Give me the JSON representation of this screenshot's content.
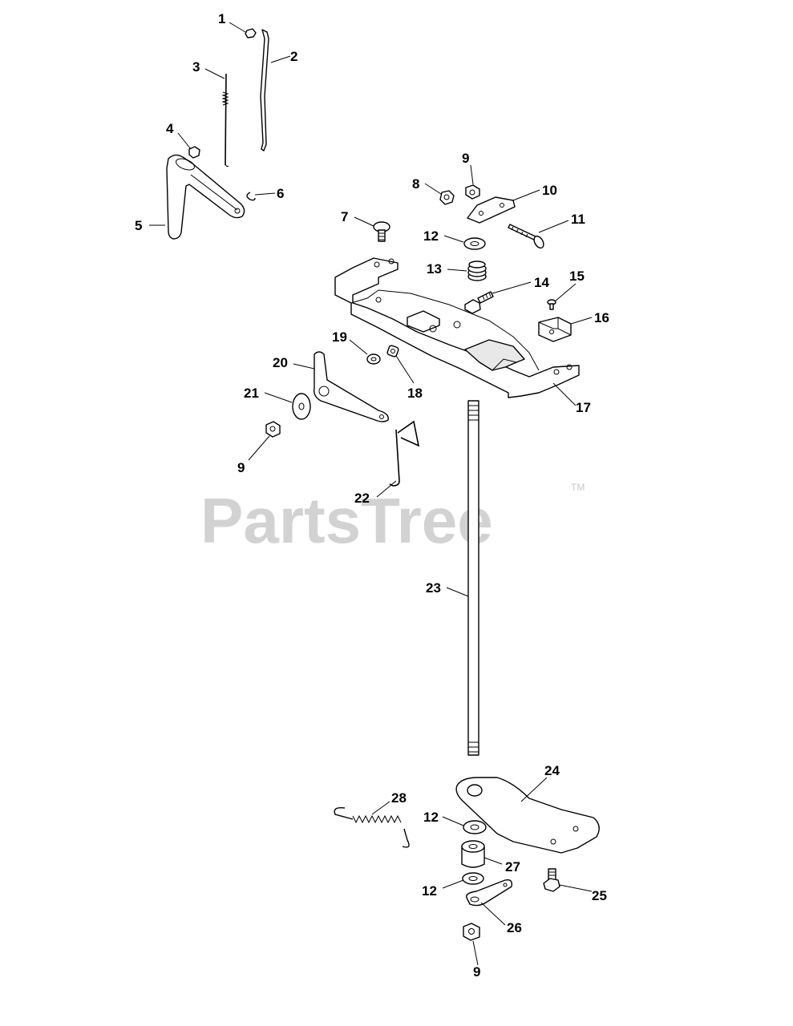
{
  "watermark": {
    "text": "PartsTree",
    "tm": "TM"
  },
  "callouts": {
    "c1": "1",
    "c2": "2",
    "c3": "3",
    "c4": "4",
    "c5": "5",
    "c6": "6",
    "c7": "7",
    "c8": "8",
    "c9a": "9",
    "c10": "10",
    "c11": "11",
    "c12a": "12",
    "c13": "13",
    "c14": "14",
    "c15": "15",
    "c16": "16",
    "c17": "17",
    "c18": "18",
    "c19": "19",
    "c20": "20",
    "c21": "21",
    "c9b": "9",
    "c22": "22",
    "c23": "23",
    "c24": "24",
    "c28": "28",
    "c12b": "12",
    "c27": "27",
    "c12c": "12",
    "c25": "25",
    "c26": "26",
    "c9c": "9"
  }
}
